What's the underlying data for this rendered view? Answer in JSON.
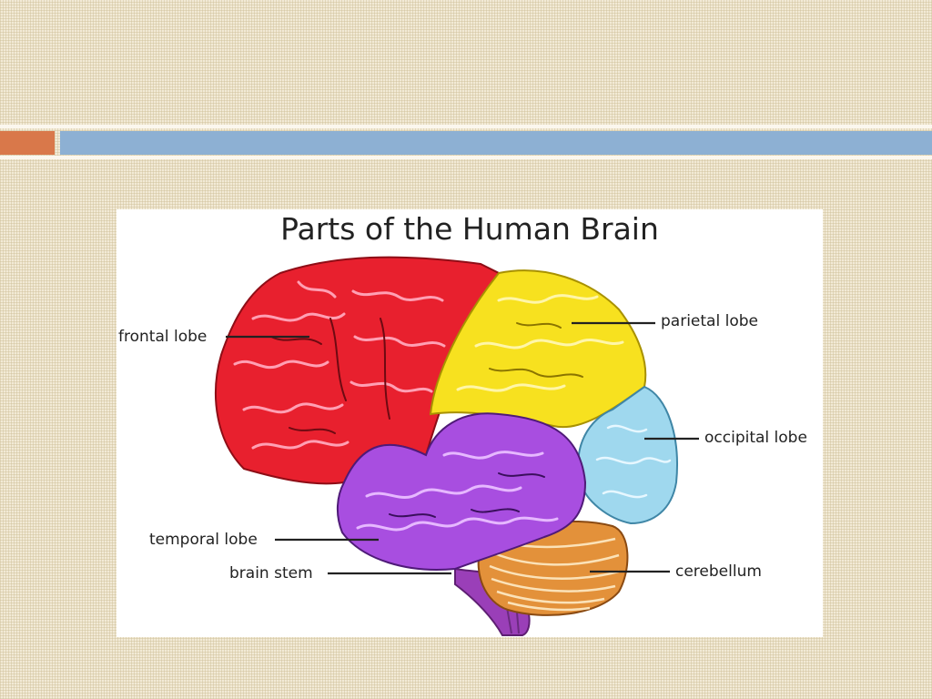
{
  "diagram": {
    "title": "Parts of the Human Brain",
    "labels": {
      "frontal": "frontal lobe",
      "parietal": "parietal lobe",
      "occipital": "occipital lobe",
      "temporal": "temporal lobe",
      "brainstem": "brain stem",
      "cerebellum": "cerebellum"
    }
  },
  "colors": {
    "background": "#f2ead6",
    "accent_bar": "#d9784a",
    "title_bar": "#8db0d3",
    "frontal": "#e8202e",
    "parietal": "#f7e11f",
    "occipital": "#9fd8ee",
    "temporal": "#a84ee0",
    "cerebellum": "#e3913a",
    "brainstem": "#9a3fb8"
  }
}
